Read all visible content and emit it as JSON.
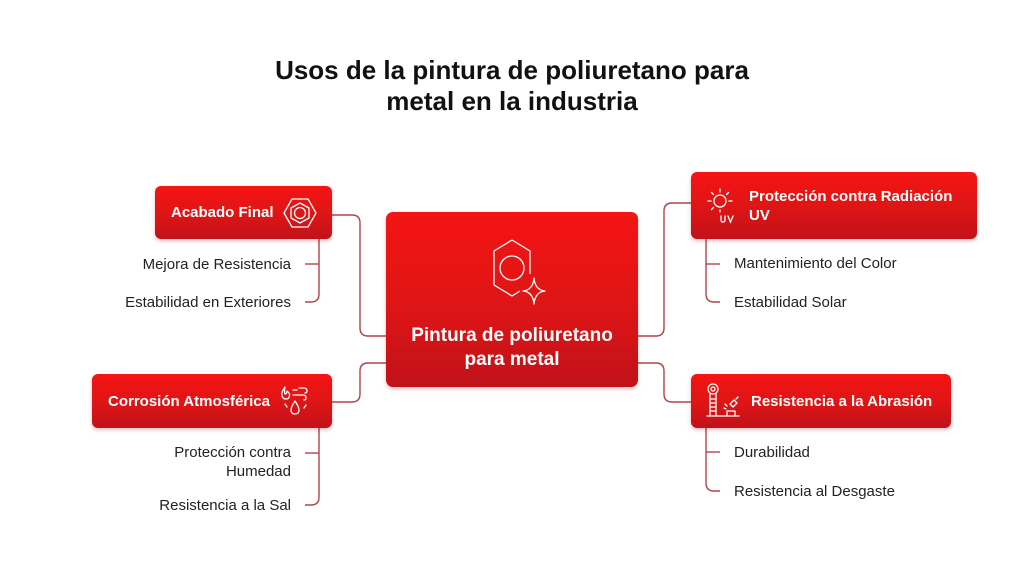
{
  "title": {
    "line1": "Usos de la pintura de poliuretano para",
    "line2": "metal en la industria"
  },
  "center": {
    "line1": "Pintura de poliuretano",
    "line2": "para metal",
    "icon": "hexagon-nut-sparkle-icon"
  },
  "branches": [
    {
      "label": "Acabado Final",
      "icon": "hexagon-nut-icon",
      "side": "left",
      "items": [
        "Mejora de Resistencia",
        "Estabilidad en Exteriores"
      ]
    },
    {
      "label": "Corrosión Atmosférica",
      "icon": "weather-droplets-icon",
      "side": "left",
      "items": [
        [
          "Protección contra",
          "Humedad"
        ],
        "Resistencia a la Sal"
      ]
    },
    {
      "label_line1": "Protección contra Radiación",
      "label_line2": "UV",
      "icon": "sun-uv-icon",
      "icon_text": "UV",
      "side": "right",
      "items": [
        "Mantenimiento del Color",
        "Estabilidad Solar"
      ]
    },
    {
      "label": "Resistencia a la Abrasión",
      "icon": "strength-tester-icon",
      "side": "right",
      "items": [
        "Durabilidad",
        "Resistencia al Desgaste"
      ]
    }
  ],
  "colors": {
    "box_top": "#f51414",
    "box_bottom": "#c1121a",
    "connector": "#b5434b",
    "text": "#222222",
    "title": "#111111"
  }
}
